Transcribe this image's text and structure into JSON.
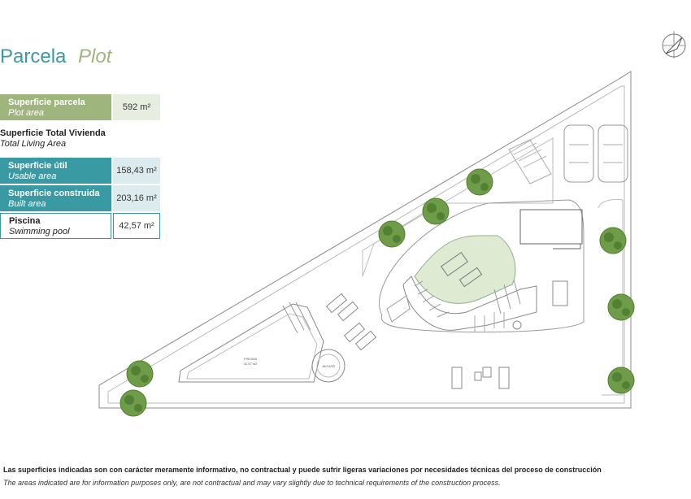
{
  "title": {
    "es": "Parcela",
    "en": "Plot"
  },
  "plot_row": {
    "label_es": "Superficie parcela",
    "label_en": "Plot area",
    "value": "592 m²"
  },
  "living_section": {
    "es": "Superficie Total Vivienda",
    "en": "Total Living Area"
  },
  "area_rows": [
    {
      "label_es": "Superficie útil",
      "label_en": "Usable area",
      "value": "158,43 m²"
    },
    {
      "label_es": "Superficie construida",
      "label_en": "Built area",
      "value": "203,16 m²"
    },
    {
      "label_es": "Piscina",
      "label_en": "Swimming pool",
      "value": "42,57 m²"
    }
  ],
  "plan": {
    "pool_label": "PISCINA",
    "pool_area": "42,57 m2",
    "jacuzzi_label": "JACUZZI"
  },
  "disclaimer": {
    "es": "Las superficies indicadas son con carácter meramente informativo, no contractual y puede sufrir ligeras variaciones por necesidades técnicas del proceso de construcción",
    "en": "The areas indicated are for information purposes only, are not contractual and may vary slightly due to technical requirements of the construction process."
  },
  "colors": {
    "teal": "#3a9aa3",
    "sage": "#9fb57e",
    "garden": "#dfead3",
    "tree": "#4f7f2c"
  }
}
